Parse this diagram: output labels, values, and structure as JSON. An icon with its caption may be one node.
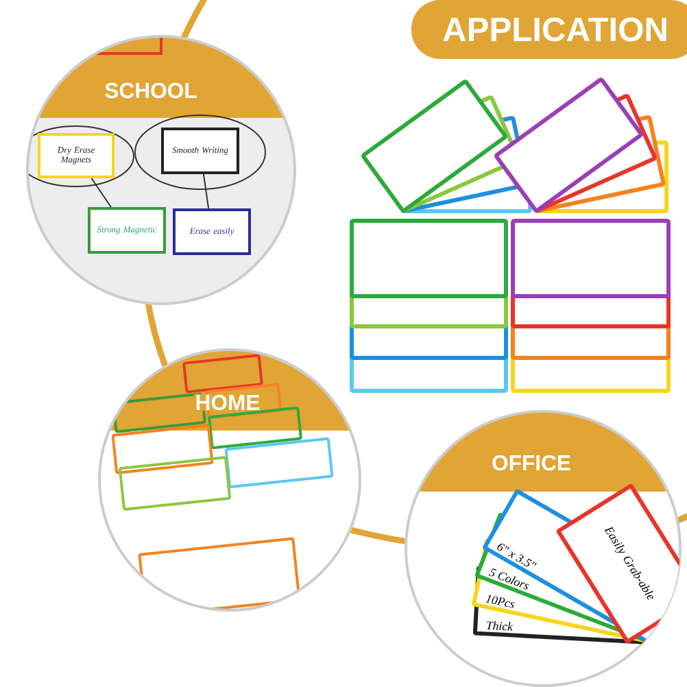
{
  "diagram": {
    "nodes": [
      {
        "text": [
          "APPLICATION"
        ]
      },
      {
        "text": [
          "SCHOOL"
        ]
      },
      {
        "text": [
          "HOME"
        ]
      },
      {
        "text": [
          "OFFICE"
        ]
      },
      {
        "text": [
          "Dry Erase Magnets"
        ],
        "in": 1
      },
      {
        "text": [
          "Smooth Writing"
        ],
        "in": 1
      },
      {
        "text": [
          "Strong Magnetic"
        ],
        "in": 1
      },
      {
        "text": [
          "Erase easily"
        ],
        "in": 1
      },
      {
        "text": [
          "Thick"
        ],
        "in": 3
      },
      {
        "text": [
          "10Pcs"
        ],
        "in": 3
      },
      {
        "text": [
          "5 Colors"
        ],
        "in": 3
      },
      {
        "text": [
          "6\" x 3.5\""
        ],
        "in": 3
      },
      {
        "text": [
          "Easily Grab-able"
        ],
        "in": 3
      }
    ],
    "edges": [
      {
        "from": 4,
        "to": 6,
        "arrow": "none"
      },
      {
        "from": 5,
        "to": 7,
        "arrow": "none"
      }
    ]
  }
}
